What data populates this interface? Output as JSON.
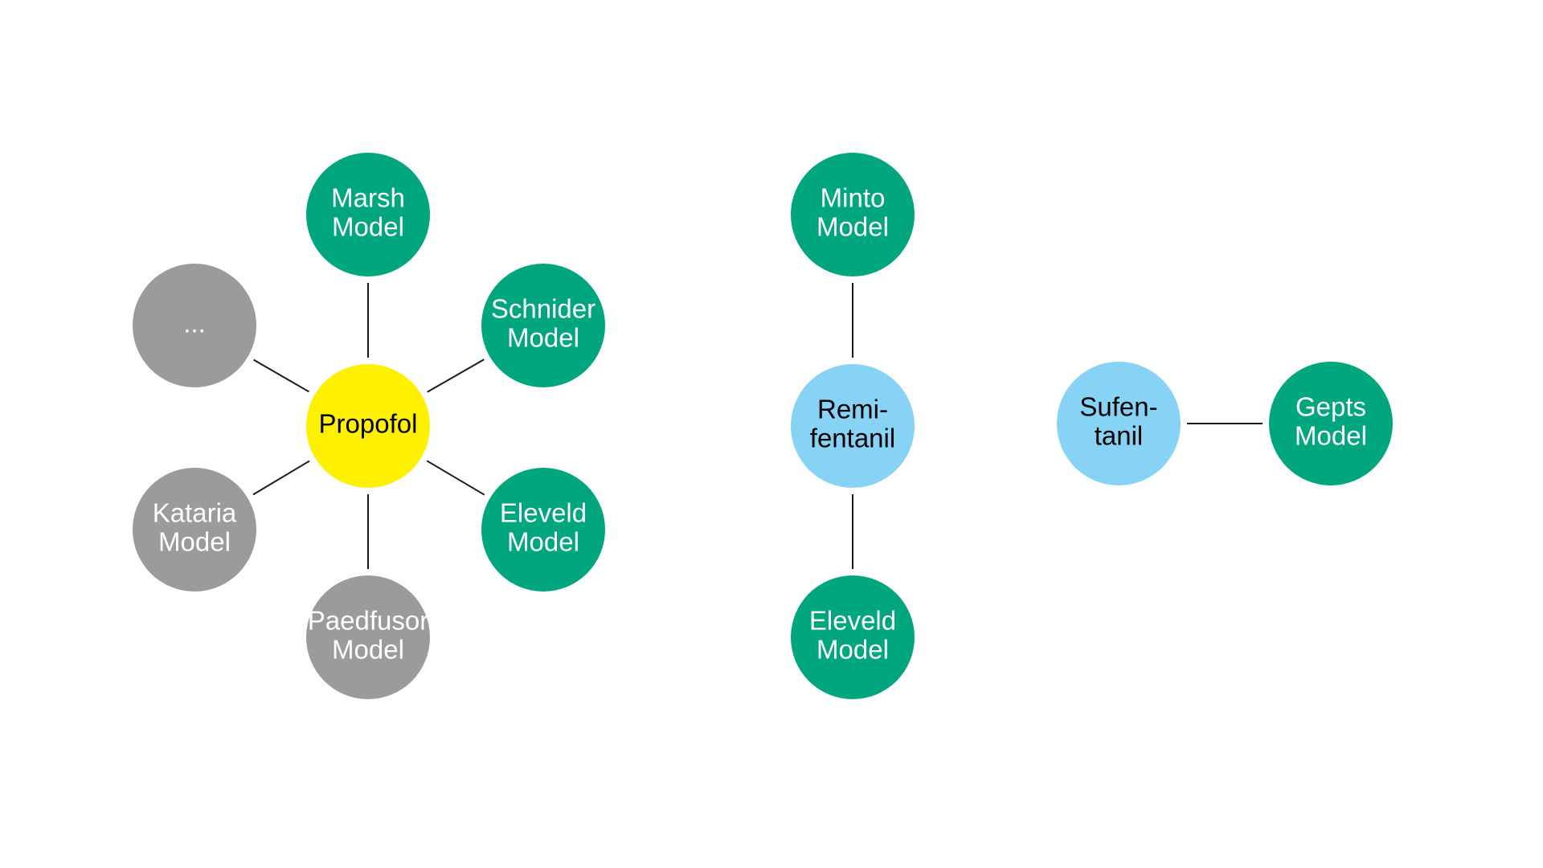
{
  "diagram": {
    "colors": {
      "drug_propofol": "#FFF000",
      "drug_opioid": "#87D3F5",
      "model_supported": "#00A77E",
      "model_other": "#9B9B9B",
      "text_light": "#FFFFFF",
      "text_dark": "#000000"
    },
    "nodes": [
      {
        "id": "propofol",
        "lines": [
          "Propofol"
        ],
        "kind": "drug_propofol"
      },
      {
        "id": "marsh",
        "lines": [
          "Marsh",
          "Model"
        ],
        "kind": "model_supported"
      },
      {
        "id": "schnider",
        "lines": [
          "Schnider",
          "Model"
        ],
        "kind": "model_supported"
      },
      {
        "id": "eleveld-propofol",
        "lines": [
          "Eleveld",
          "Model"
        ],
        "kind": "model_supported"
      },
      {
        "id": "paedfusor",
        "lines": [
          "Paedfusor",
          "Model"
        ],
        "kind": "model_other"
      },
      {
        "id": "kataria",
        "lines": [
          "Kataria",
          "Model"
        ],
        "kind": "model_other"
      },
      {
        "id": "ellipsis",
        "lines": [
          "..."
        ],
        "kind": "model_other"
      },
      {
        "id": "remifentanil",
        "lines": [
          "Remi-",
          "fentanil"
        ],
        "kind": "drug_opioid"
      },
      {
        "id": "minto",
        "lines": [
          "Minto",
          "Model"
        ],
        "kind": "model_supported"
      },
      {
        "id": "eleveld-remifentanil",
        "lines": [
          "Eleveld",
          "Model"
        ],
        "kind": "model_supported"
      },
      {
        "id": "sufentanil",
        "lines": [
          "Sufen-",
          "tanil"
        ],
        "kind": "drug_opioid"
      },
      {
        "id": "gepts",
        "lines": [
          "Gepts",
          "Model"
        ],
        "kind": "model_supported"
      }
    ],
    "edges": [
      [
        "propofol",
        "marsh"
      ],
      [
        "propofol",
        "schnider"
      ],
      [
        "propofol",
        "eleveld-propofol"
      ],
      [
        "propofol",
        "paedfusor"
      ],
      [
        "propofol",
        "kataria"
      ],
      [
        "propofol",
        "ellipsis"
      ],
      [
        "remifentanil",
        "minto"
      ],
      [
        "remifentanil",
        "eleveld-remifentanil"
      ],
      [
        "sufentanil",
        "gepts"
      ]
    ]
  }
}
